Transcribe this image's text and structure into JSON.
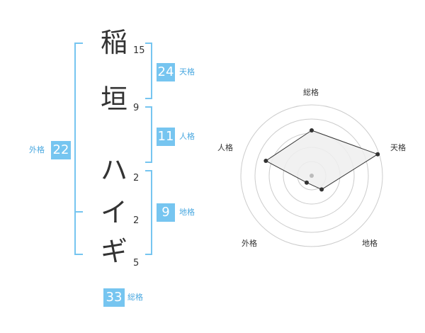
{
  "name_chars": [
    "稲",
    "垣",
    "ハ",
    "イ",
    "ギ"
  ],
  "stroke_counts": [
    "15",
    "9",
    "2",
    "2",
    "5"
  ],
  "fortunes": {
    "tenkaku": {
      "value": "24",
      "label": "天格"
    },
    "jinkaku": {
      "value": "11",
      "label": "人格"
    },
    "chikaku": {
      "value": "9",
      "label": "地格"
    },
    "gaikaku": {
      "value": "22",
      "label": "外格"
    },
    "soukaku": {
      "value": "33",
      "label": "総格"
    }
  },
  "radar": {
    "axes": [
      "総格",
      "天格",
      "地格",
      "外格",
      "人格"
    ],
    "levels": 5,
    "values": [
      3.2,
      4.9,
      1.2,
      0.6,
      3.4
    ],
    "max": 5,
    "colors": {
      "fill": "#eeeeee",
      "line": "#333333",
      "grid": "#cccccc",
      "point": "#333333",
      "center": "#bbbbbb"
    }
  }
}
